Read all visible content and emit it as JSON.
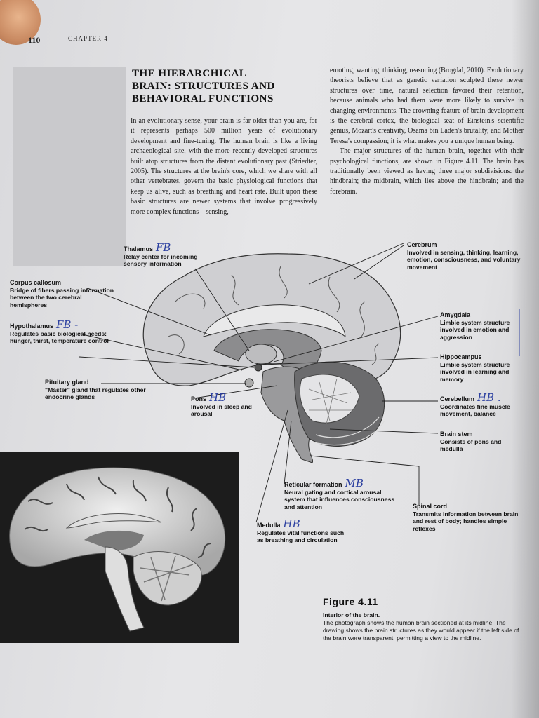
{
  "page": {
    "number": "110",
    "chapter": "CHAPTER 4"
  },
  "section": {
    "title_lines": [
      "THE HIERARCHICAL",
      "BRAIN: STRUCTURES AND",
      "BEHAVIORAL FUNCTIONS"
    ]
  },
  "body": {
    "col1": "In an evolutionary sense, your brain is far older than you are, for it represents perhaps 500 million years of evolutionary development and fine-tuning. The human brain is like a living archaeological site, with the more recently developed structures built atop structures from the distant evolutionary past (Striedter, 2005). The structures at the brain's core, which we share with all other vertebrates, govern the basic physiological functions that keep us alive, such as breathing and heart rate. Built upon these basic structures are newer systems that involve progressively more complex functions—sensing,",
    "col2_p1": "emoting, wanting, thinking, reasoning (Brogdal, 2010). Evolutionary theorists believe that as genetic variation sculpted these newer structures over time, natural selection favored their retention, because animals who had them were more likely to survive in changing environments. The crowning feature of brain development is the cerebral cortex, the biological seat of Einstein's scientific genius, Mozart's creativity, Osama bin Laden's brutality, and Mother Teresa's compassion; it is what makes you a unique human being.",
    "col2_p2": "The major structures of the human brain, together with their psychological functions, are shown in Figure 4.11. The brain has traditionally been viewed as having three major subdivisions: the hindbrain; the midbrain, which lies above the hindbrain; and the forebrain."
  },
  "labels": {
    "thalamus": {
      "title": "Thalamus",
      "desc": "Relay center for incoming sensory information",
      "note": "FB"
    },
    "corpus": {
      "title": "Corpus callosum",
      "desc": "Bridge of fibers passing information between the two cerebral hemispheres"
    },
    "hypothalamus": {
      "title": "Hypothalamus",
      "desc": "Regulates basic biological needs: hunger, thirst, temperature control",
      "note": "FB -"
    },
    "pituitary": {
      "title": "Pituitary gland",
      "desc": "\"Master\" gland that regulates other endocrine glands"
    },
    "pons": {
      "title": "Pons",
      "desc": "Involved in sleep and arousal",
      "note": "HB"
    },
    "cerebrum": {
      "title": "Cerebrum",
      "desc": "Involved in sensing, thinking, learning, emotion, consciousness, and voluntary movement"
    },
    "amygdala": {
      "title": "Amygdala",
      "desc": "Limbic system structure involved in emotion and aggression"
    },
    "hippocampus": {
      "title": "Hippocampus",
      "desc": "Limbic system structure involved in learning and memory"
    },
    "cerebellum": {
      "title": "Cerebellum",
      "desc": "Coordinates fine muscle movement, balance",
      "note": "HB ."
    },
    "brainstem": {
      "title": "Brain stem",
      "desc": "Consists of pons and medulla"
    },
    "reticular": {
      "title": "Reticular formation",
      "desc": "Neural gating and cortical arousal system that influences consciousness and attention",
      "note": "MB"
    },
    "spinal": {
      "title": "Spinal cord",
      "desc": "Transmits information between brain and rest of body; handles simple reflexes"
    },
    "medulla": {
      "title": "Medulla",
      "desc": "Regulates vital functions such as breathing and circulation",
      "note": "HB"
    }
  },
  "figure": {
    "number": "Figure 4.11",
    "title": "Interior of the brain.",
    "caption": "The photograph shows the human brain sectioned at its midline. The drawing shows the brain structures as they would appear if the left side of the brain were transparent, permitting a view to the midline."
  }
}
